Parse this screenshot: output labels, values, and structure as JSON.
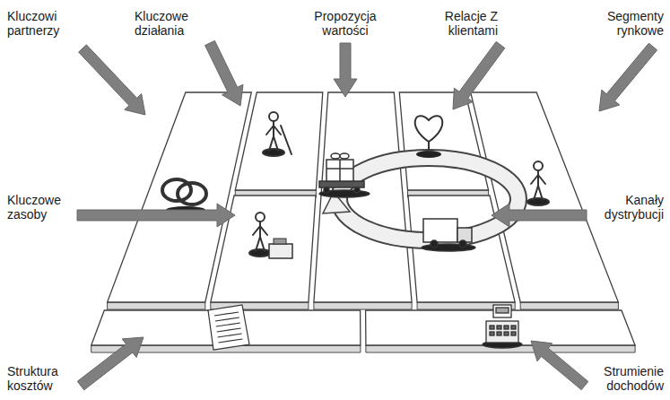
{
  "diagram": {
    "labels": [
      "Kluczowi partnerzy",
      "Kluczowe działania",
      "Propozycja wartości",
      "Relacje Z klientami",
      "Segmenty rynkowe",
      "Kluczowe zasoby",
      "Kanały dystrybucji",
      "Struktura kosztów",
      "Strumienie dochodów"
    ]
  }
}
